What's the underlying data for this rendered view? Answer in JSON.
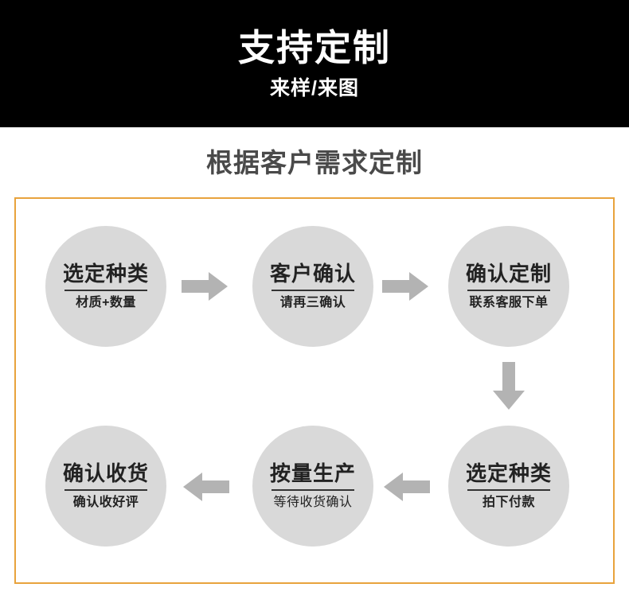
{
  "banner": {
    "title": "支持定制",
    "subtitle": "来样/来图"
  },
  "section": {
    "heading": "根据客户需求定制"
  },
  "colors": {
    "banner_bg": "#000000",
    "banner_text": "#ffffff",
    "heading_text": "#4a4a4a",
    "box_border": "#e8a33d",
    "node_bg": "#d9d9d9",
    "node_text": "#222222",
    "arrow": "#b3b3b3"
  },
  "flow": {
    "nodes": [
      {
        "title": "选定种类",
        "sub": "材质+数量",
        "sub_style": "bold"
      },
      {
        "title": "客户确认",
        "sub": "请再三确认",
        "sub_style": "bold"
      },
      {
        "title": "确认定制",
        "sub": "联系客服下单",
        "sub_style": "bold"
      },
      {
        "title": "选定种类",
        "sub": "拍下付款",
        "sub_style": "bold"
      },
      {
        "title": "按量生产",
        "sub": "等待收货确认",
        "sub_style": "light"
      },
      {
        "title": "确认收货",
        "sub": "确认收好评",
        "sub_style": "bold"
      }
    ],
    "arrows": [
      {
        "name": "arrow-step-1-to-2",
        "direction": "right"
      },
      {
        "name": "arrow-step-2-to-3",
        "direction": "right"
      },
      {
        "name": "arrow-step-3-to-4",
        "direction": "down"
      },
      {
        "name": "arrow-step-4-to-5",
        "direction": "left"
      },
      {
        "name": "arrow-step-5-to-6",
        "direction": "left"
      }
    ]
  }
}
